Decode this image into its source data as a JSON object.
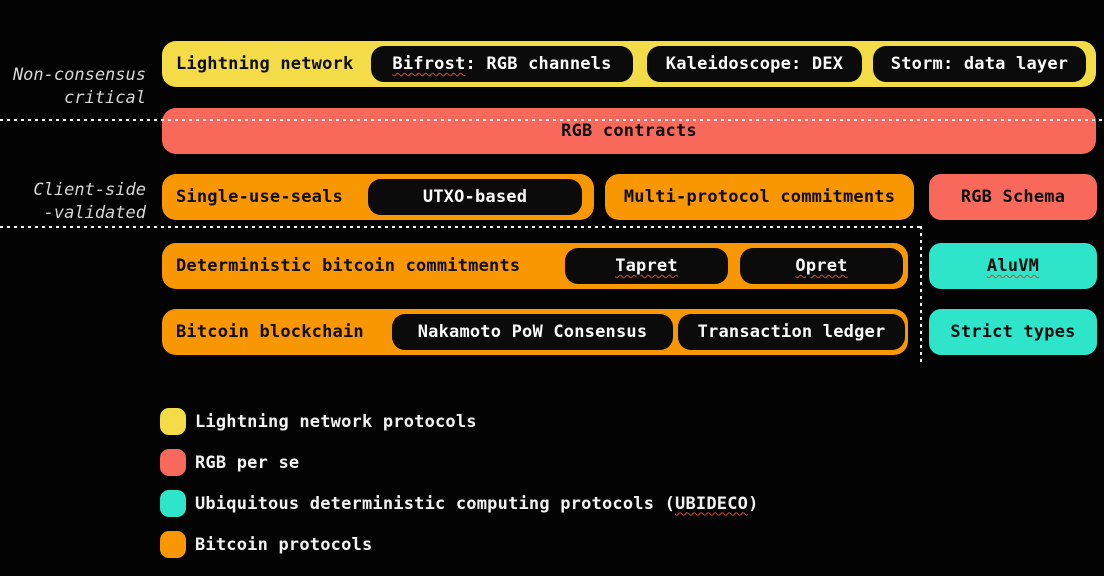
{
  "colors": {
    "yellow": "#F3DC48",
    "salmon": "#F9695B",
    "orange": "#F99702",
    "teal": "#2EE5C9",
    "pill_black": "#0b0b0b",
    "background": "#030303"
  },
  "side_labels": {
    "non_consensus": {
      "line1": "Non-consensus",
      "line2": "critical"
    },
    "client_side": {
      "line1": "Client-side",
      "line2": "-validated"
    }
  },
  "stack": {
    "lightning": {
      "label": "Lightning network",
      "pill1_word": "Bifrost",
      "pill1_rest": ": RGB channels",
      "pill2": "Kaleidoscope: DEX",
      "pill3": "Storm: data layer"
    },
    "rgb": {
      "label": "RGB contracts"
    },
    "seals": {
      "label": "Single-use-seals",
      "pill": "UTXO-based",
      "bar2": "Multi-protocol commitments"
    },
    "commitments": {
      "label": "Deterministic bitcoin commitments",
      "pill1": "Tapret",
      "pill2": "Opret"
    },
    "bitcoin": {
      "label": "Bitcoin blockchain",
      "pill1": "Nakamoto PoW Consensus",
      "pill2": "Transaction ledger"
    }
  },
  "side_stack": {
    "schema": "RGB Schema",
    "aluvm": "AluVM",
    "strict": "Strict types"
  },
  "legend": {
    "items": [
      {
        "color": "#F3DC48",
        "label": "Lightning network protocols"
      },
      {
        "color": "#F9695B",
        "label": "RGB per se"
      },
      {
        "color": "#2EE5C9",
        "label_prefix": "Ubiquitous deterministic computing protocols (",
        "label_word": "UBIDECO",
        "label_suffix": ")"
      },
      {
        "color": "#F99702",
        "label": "Bitcoin protocols"
      }
    ]
  }
}
